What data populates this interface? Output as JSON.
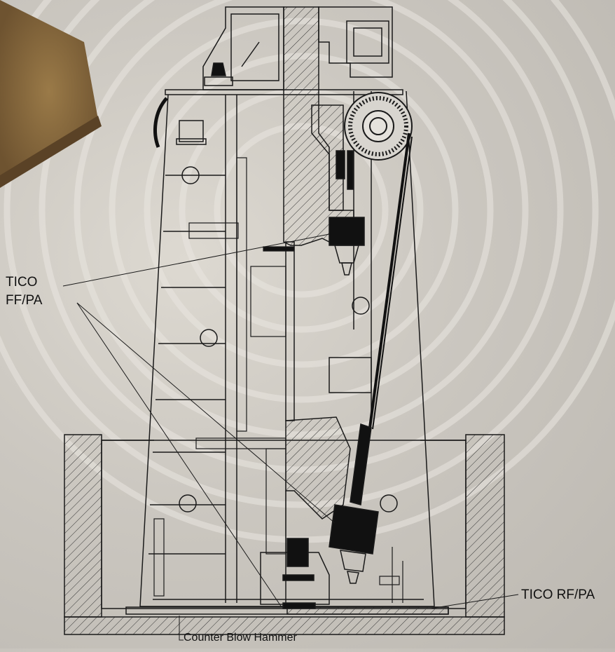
{
  "labels": {
    "tico_ff_line1": "TICO",
    "tico_ff_line2": "FF/PA",
    "tico_rf": "TICO RF/PA",
    "machine": "Counter Blow Hammer"
  },
  "colors": {
    "background": "#cbc7c0",
    "line": "#1a1a1a",
    "fill_pad": "#111111",
    "hatch": "#333333",
    "accent_block": "#8a6a3a"
  }
}
